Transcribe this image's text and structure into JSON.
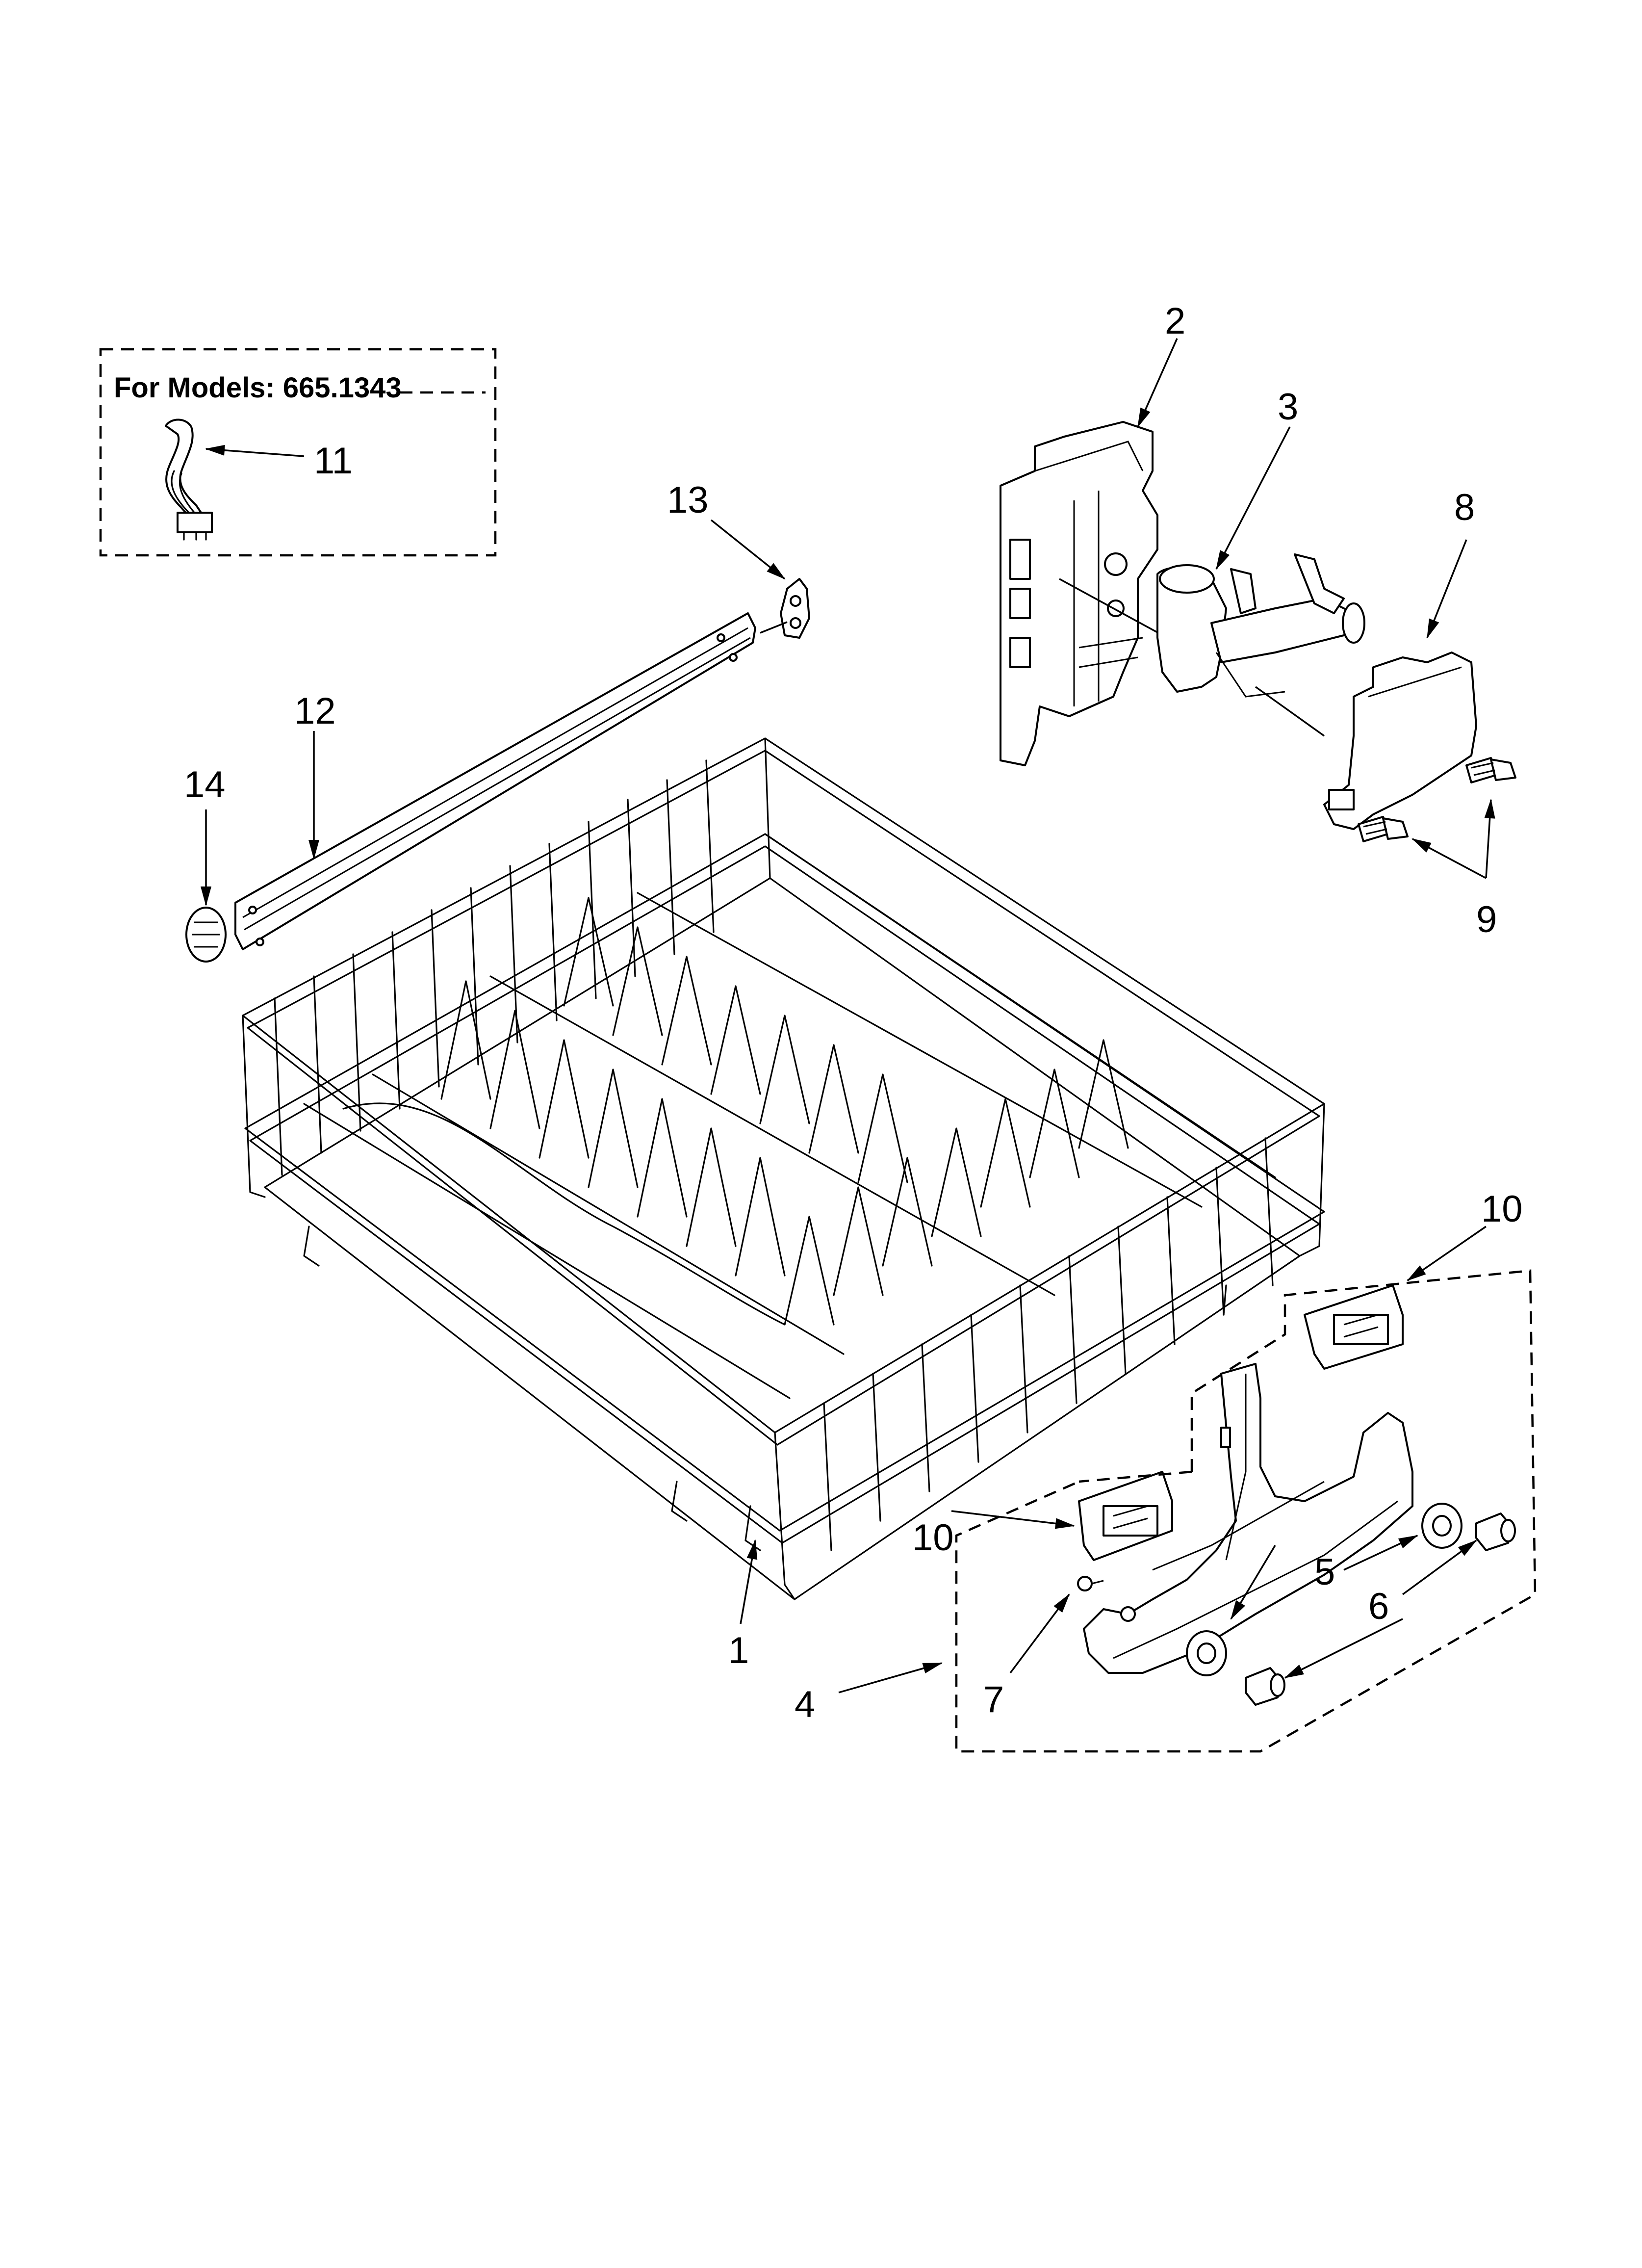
{
  "models_box": {
    "text": "For Models: 665.1343"
  },
  "callouts": [
    {
      "id": "c1",
      "label": "1"
    },
    {
      "id": "c2",
      "label": "2"
    },
    {
      "id": "c3",
      "label": "3"
    },
    {
      "id": "c4",
      "label": "4"
    },
    {
      "id": "c5",
      "label": "5"
    },
    {
      "id": "c6",
      "label": "6"
    },
    {
      "id": "c7",
      "label": "7"
    },
    {
      "id": "c8",
      "label": "8"
    },
    {
      "id": "c9",
      "label": "9"
    },
    {
      "id": "c10a",
      "label": "10"
    },
    {
      "id": "c10b",
      "label": "10"
    },
    {
      "id": "c11",
      "label": "11"
    },
    {
      "id": "c12",
      "label": "12"
    },
    {
      "id": "c13",
      "label": "13"
    },
    {
      "id": "c14",
      "label": "14"
    }
  ]
}
